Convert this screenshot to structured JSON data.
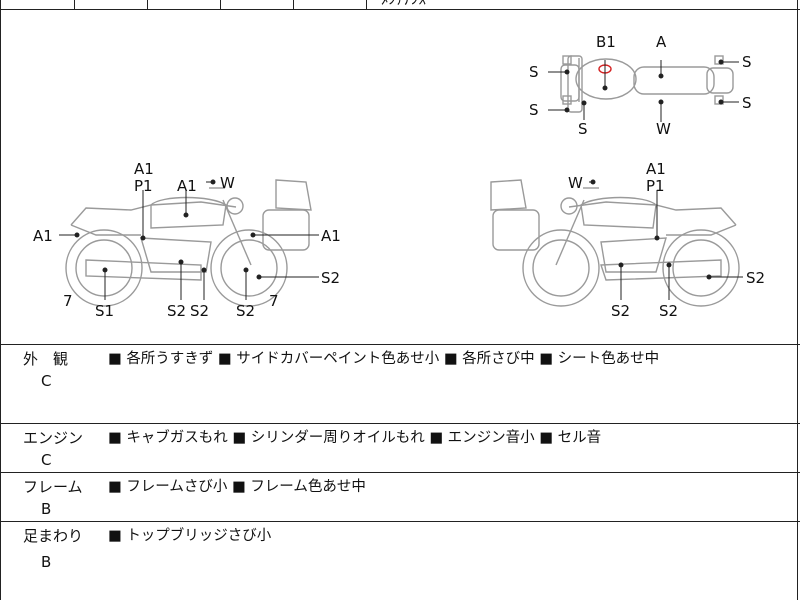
{
  "header_row": {
    "partial_text": "ﾒﾝﾃﾅﾝｽ"
  },
  "diagram": {
    "top_view": {
      "B1": "B1",
      "A": "A",
      "S": "S",
      "W": "W"
    },
    "left_view": {
      "A1": "A1",
      "P1": "P1",
      "W": "W",
      "S1": "S1",
      "S2": "S2",
      "seven": "7"
    },
    "right_view": {
      "A1": "A1",
      "P1": "P1",
      "W": "W",
      "S2": "S2"
    }
  },
  "conditions": [
    {
      "category": "外　観",
      "grade": "C",
      "items": [
        "各所うすきず",
        "サイドカバーペイント色あせ小",
        "各所さび中",
        "シート色あせ中"
      ]
    },
    {
      "category": "エンジン",
      "grade": "C",
      "items": [
        "キャブガスもれ",
        "シリンダー周りオイルもれ",
        "エンジン音小",
        "セル音"
      ]
    },
    {
      "category": "フレーム",
      "grade": "B",
      "items": [
        "フレームさび小",
        "フレーム色あせ中"
      ]
    },
    {
      "category": "足まわり",
      "grade": "B",
      "items": [
        "トップブリッジさび小"
      ]
    }
  ],
  "bullet": "■",
  "colors": {
    "line": "#222222",
    "drawing": "#9a9a9a",
    "text": "#111111",
    "highlight": "#d42020"
  }
}
